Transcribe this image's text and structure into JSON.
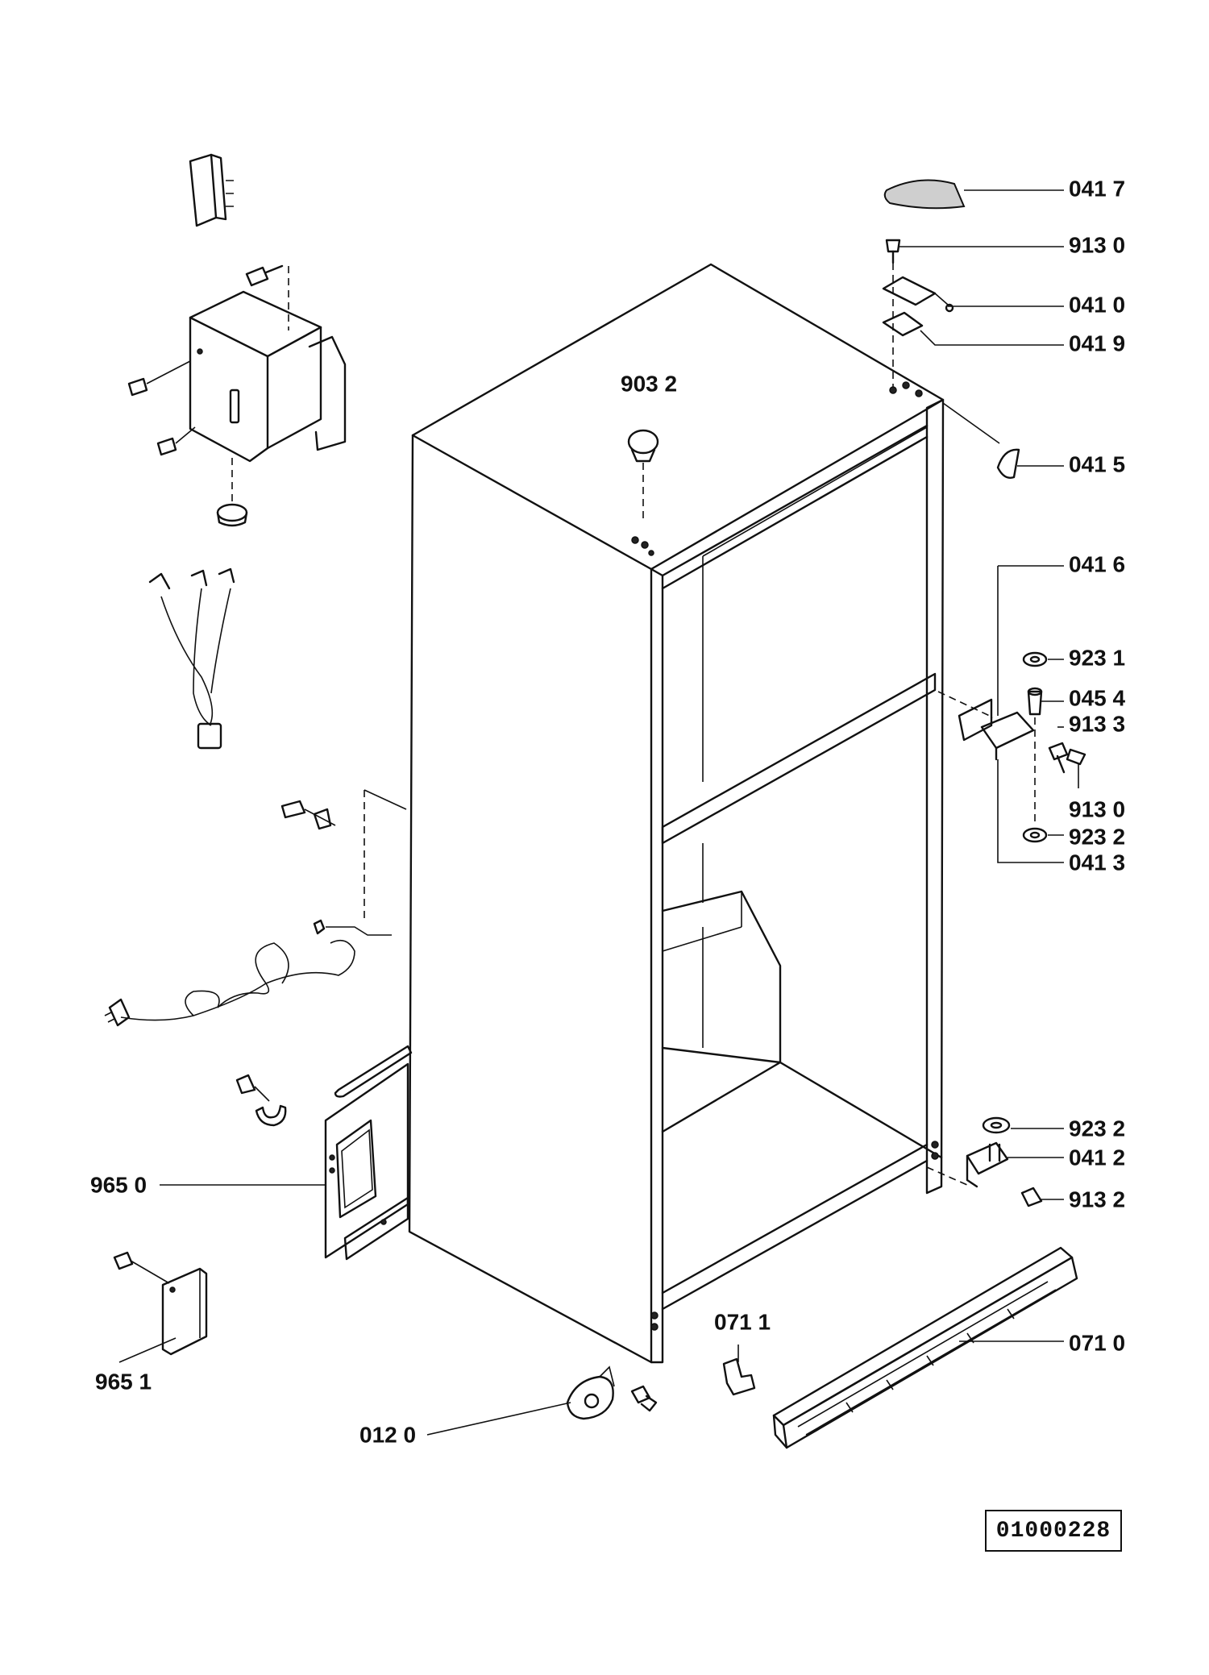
{
  "reference_number": "01000228",
  "callouts": [
    {
      "id": "c-0417",
      "text": "041 7"
    },
    {
      "id": "c-9130a",
      "text": "913 0"
    },
    {
      "id": "c-0410",
      "text": "041 0"
    },
    {
      "id": "c-0419",
      "text": "041 9"
    },
    {
      "id": "c-9032",
      "text": "903 2"
    },
    {
      "id": "c-0415",
      "text": "041 5"
    },
    {
      "id": "c-0416",
      "text": "041 6"
    },
    {
      "id": "c-9231",
      "text": "923 1"
    },
    {
      "id": "c-0454",
      "text": "045 4"
    },
    {
      "id": "c-9133",
      "text": "913 3"
    },
    {
      "id": "c-9130b",
      "text": "913 0"
    },
    {
      "id": "c-9232a",
      "text": "923 2"
    },
    {
      "id": "c-0413",
      "text": "041 3"
    },
    {
      "id": "c-9232b",
      "text": "923 2"
    },
    {
      "id": "c-0412",
      "text": "041 2"
    },
    {
      "id": "c-9132",
      "text": "913 2"
    },
    {
      "id": "c-0711",
      "text": "071 1"
    },
    {
      "id": "c-0710",
      "text": "071 0"
    },
    {
      "id": "c-0120",
      "text": "012 0"
    },
    {
      "id": "c-9650",
      "text": "965 0"
    },
    {
      "id": "c-9651",
      "text": "965 1"
    }
  ]
}
